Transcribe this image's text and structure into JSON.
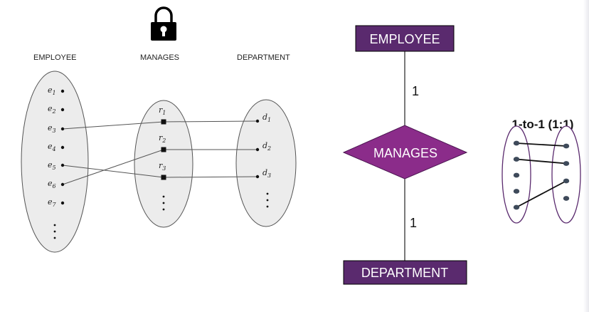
{
  "instance_diagram": {
    "sets": [
      {
        "id": "employee",
        "label": "EMPLOYEE",
        "elements": [
          "e1",
          "e2",
          "e3",
          "e4",
          "e5",
          "e6",
          "e7"
        ]
      },
      {
        "id": "manages",
        "label": "MANAGES",
        "elements": [
          "r1",
          "r2",
          "r3"
        ]
      },
      {
        "id": "department",
        "label": "DEPARTMENT",
        "elements": [
          "d1",
          "d2",
          "d3"
        ]
      }
    ],
    "links": [
      {
        "from": "e3",
        "rel": "r1",
        "to": "d1"
      },
      {
        "from": "e6",
        "rel": "r2",
        "to": "d2"
      },
      {
        "from": "e5",
        "rel": "r3",
        "to": "d3"
      }
    ],
    "lock_icon": "lock-icon"
  },
  "er_diagram": {
    "entity_top": "EMPLOYEE",
    "relationship": "MANAGES",
    "entity_bottom": "DEPARTMENT",
    "cardinality_top": "1",
    "cardinality_bottom": "1",
    "colors": {
      "entity_fill": "#5a2a6e",
      "relationship_fill": "#8b2c8a",
      "line": "#222222"
    }
  },
  "mapping_card": {
    "title": "1-to-1 (1:1)",
    "left_dots": 5,
    "right_dots": 4,
    "links": [
      [
        0,
        0
      ],
      [
        1,
        1
      ],
      [
        4,
        2
      ]
    ],
    "colors": {
      "ellipse": "#5a2a6e",
      "dot": "#3e4a5a",
      "line": "#111111"
    }
  }
}
